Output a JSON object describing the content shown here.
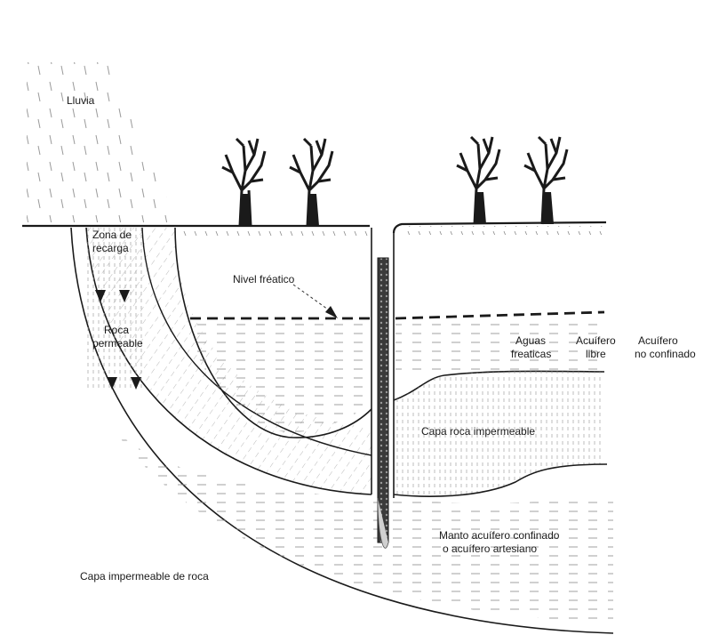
{
  "labels": {
    "rain": "Lluvia",
    "recharge_zone": [
      "Zona de",
      "recarga"
    ],
    "permeable_rock": [
      "Roca",
      "permeable"
    ],
    "water_table": "Nivel fréatico",
    "groundwater": [
      "Aguas",
      "freaticas"
    ],
    "free_aquifer": [
      "Acuífero",
      "libre"
    ],
    "unconfined_aquifer": [
      "Acuífero",
      "no confinado"
    ],
    "impermeable_layer": "Capa roca impermeable",
    "confined_aquifer": [
      "Manto acuífero confinado",
      "o acuífero artesiano"
    ],
    "bottom_layer": "Capa impermeable de roca"
  },
  "colors": {
    "ink": "#1a1a1a",
    "hatch": "#777777",
    "background": "#ffffff"
  },
  "icons": [
    "tree-icon",
    "tree-icon",
    "tree-icon",
    "tree-icon",
    "arrow-down-icon",
    "well-pipe"
  ]
}
